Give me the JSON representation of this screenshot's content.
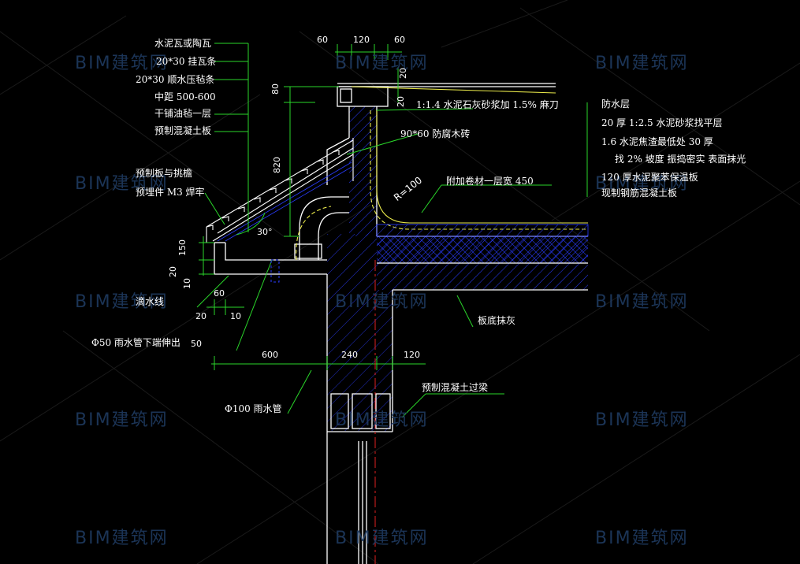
{
  "watermark": "BIM建筑网",
  "labels_left": {
    "l1": "水泥瓦或陶瓦",
    "l2": "20*30  挂瓦条",
    "l3": "20*30  顺水压毡条",
    "l4": "中距  500-600",
    "l5": "干铺油毡一层",
    "l6": "预制混凝土板",
    "l7": "预制板与挑檐",
    "l8": "预埋件  M3 焊牢",
    "l9": "滴水线",
    "l10": "Φ50  雨水管下端伸出",
    "l11": "Φ100  雨水管"
  },
  "labels_mid": {
    "m1": "1:1.4   水泥石灰砂浆加    1.5%  麻刀",
    "m2": "90*60   防腐木砖",
    "m3": "附加卷材一层宽      450",
    "m4": "板底抹灰",
    "m5": "预制混凝土过梁"
  },
  "labels_right": {
    "r1": "防水层",
    "r2": "20 厚 1:2.5   水泥砂浆找平层",
    "r3": "1.6  水泥焦渣最低处     30 厚",
    "r4": "找 2%  坡度  振捣密实     表面抹光",
    "r5": "120   厚水泥聚苯保温板",
    "r6": "现制钢筋混凝土板"
  },
  "dims": {
    "d60a": "60",
    "d120a": "120",
    "d60b": "60",
    "d20a": "20",
    "d20b": "20",
    "d80": "80",
    "d820": "820",
    "d150": "150",
    "d20c": "20",
    "d10a": "10",
    "d60c": "60",
    "d20d": "20",
    "d10b": "10",
    "d50": "50",
    "d600": "600",
    "d240": "240",
    "d120b": "120",
    "angle": "30°",
    "radius": "R=100"
  }
}
